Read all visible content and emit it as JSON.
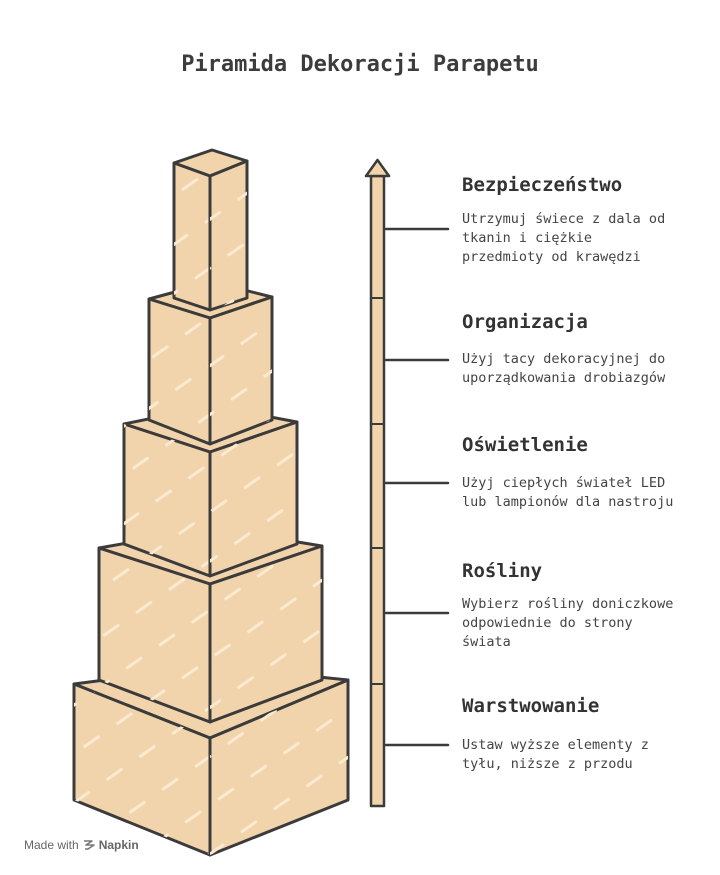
{
  "title": "Piramida Dekoracji Parapetu",
  "colors": {
    "box_fill": "#f2d4ac",
    "outline": "#3b3b3b",
    "hatch": "#fbead2"
  },
  "steps": [
    {
      "title": "Bezpieczeństwo",
      "description": "Utrzymuj świece z dala od tkanin i ciężkie przedmioty od krawędzi"
    },
    {
      "title": "Organizacja",
      "description": "Użyj tacy dekoracyjnej do uporządkowania drobiazgów"
    },
    {
      "title": "Oświetlenie",
      "description": "Użyj ciepłych świateł LED lub lampionów dla nastroju"
    },
    {
      "title": "Rośliny",
      "description": "Wybierz rośliny doniczkowe odpowiednie do strony świata"
    },
    {
      "title": "Warstwowanie",
      "description": "Ustaw wyższe elementy z tyłu, niższe z przodu"
    }
  ],
  "footer": {
    "made_with": "Made with",
    "brand": "Napkin"
  }
}
